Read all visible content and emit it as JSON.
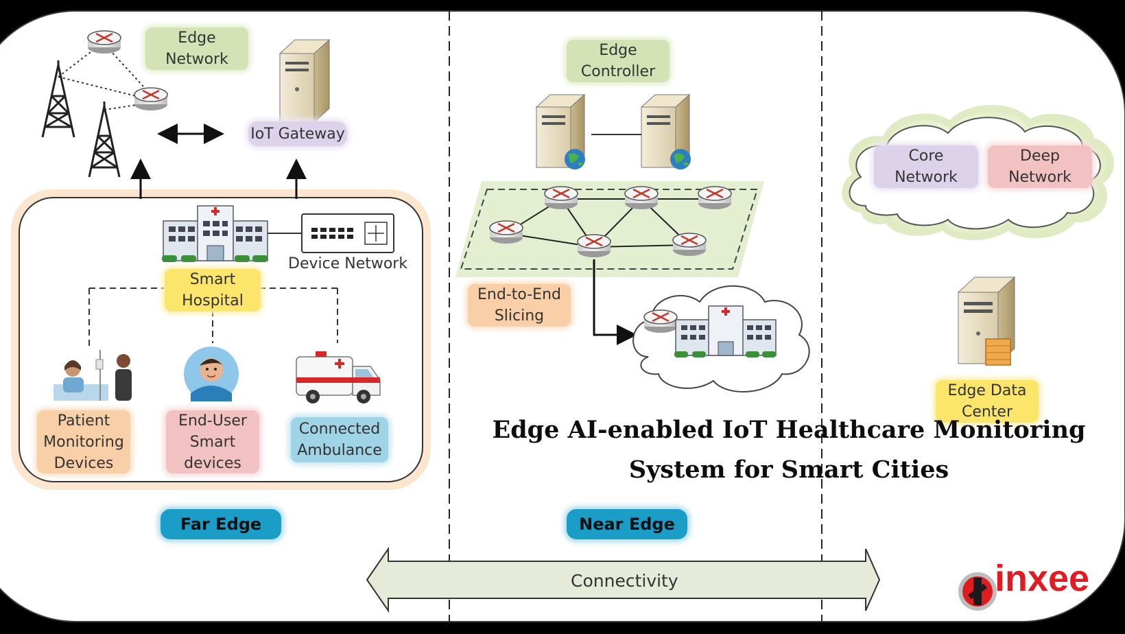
{
  "title": {
    "line1": "Edge AI-enabled IoT Healthcare Monitoring",
    "line2": "System for Smart Cities"
  },
  "labels": {
    "edge_network": "Edge\nNetwork",
    "iot_gateway": "IoT Gateway",
    "device_network": "Device Network",
    "smart_hospital": "Smart\nHospital",
    "patient_monitoring": "Patient\nMonitoring\nDevices",
    "end_user_devices": "End-User\nSmart\ndevices",
    "connected_ambulance": "Connected\nAmbulance",
    "edge_controller": "Edge\nController",
    "end_to_end_slicing": "End-to-End\nSlicing",
    "core_network": "Core\nNetwork",
    "deep_network": "Deep\nNetwork",
    "edge_data_center": "Edge Data\nCenter",
    "connectivity": "Connectivity"
  },
  "zones": {
    "far_edge": "Far Edge",
    "near_edge": "Near Edge"
  },
  "brand": {
    "logo_text": "inxee",
    "logo_icon": "inxee-logo-icon"
  },
  "icons": [
    "router-icon",
    "cell-tower-icon",
    "server-icon",
    "hospital-building-icon",
    "network-switch-icon",
    "patient-doctor-icon",
    "user-avatar-icon",
    "ambulance-icon",
    "cloud-icon",
    "globe-icon",
    "data-center-icon"
  ],
  "colors": {
    "label_green": "#d4e3b6",
    "label_purple": "#dcd2ea",
    "label_yellow": "#fbe56b",
    "label_orange": "#f8cfa6",
    "label_pink": "#f2c1c1",
    "label_blue": "#9fd4e6",
    "zone_blue": "#1a9dc7",
    "brand_red": "#e11b22"
  }
}
